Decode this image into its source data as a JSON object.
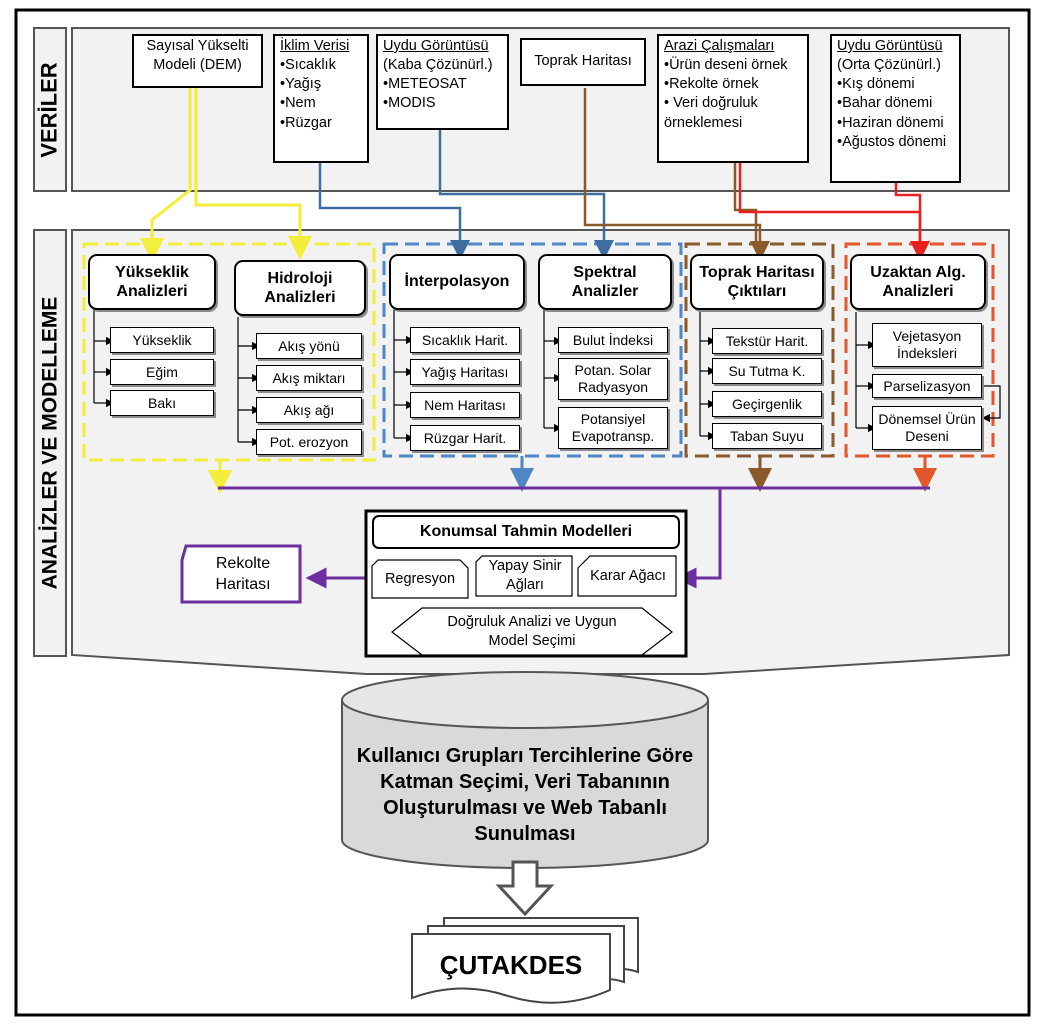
{
  "sections": {
    "data": "VERİLER",
    "analysis": "ANALİZLER VE MODELLEME"
  },
  "data_sources": [
    {
      "title": "Sayısal Yükselti Modeli (DEM)",
      "items": []
    },
    {
      "title": "İklim Verisi",
      "items": [
        "•Sıcaklık",
        "•Yağış",
        "•Nem",
        "•Rüzgar"
      ]
    },
    {
      "title": "Uydu Görüntüsü",
      "items": [
        "(Kaba Çözünürl.)",
        "•METEOSAT",
        "•MODIS"
      ]
    },
    {
      "title": "Toprak Haritası",
      "items": []
    },
    {
      "title": "Arazi Çalışmaları",
      "items": [
        "•Ürün deseni örnek",
        "•Rekolte örnek",
        "• Veri doğruluk",
        "örneklemesi"
      ]
    },
    {
      "title": "Uydu Görüntüsü",
      "items": [
        "(Orta Çözünürl.)",
        "•Kış dönemi",
        "•Bahar dönemi",
        "•Haziran dönemi",
        "•Ağustos dönemi"
      ]
    }
  ],
  "analysis_groups": [
    {
      "title": "Yükseklik Analizleri",
      "items": [
        "Yükseklik",
        "Eğim",
        "Bakı"
      ]
    },
    {
      "title": "Hidroloji Analizleri",
      "items": [
        "Akış yönü",
        "Akış miktarı",
        "Akış ağı",
        "Pot. erozyon"
      ]
    },
    {
      "title": "İnterpolasyon",
      "items": [
        "Sıcaklık Harit.",
        "Yağış Haritası",
        "Nem Haritası",
        "Rüzgar Harit."
      ]
    },
    {
      "title": "Spektral Analizler",
      "items": [
        "Bulut İndeksi",
        "Potan. Solar Radyasyon",
        "Potansiyel Evapotransp."
      ]
    },
    {
      "title": "Toprak Haritası Çıktıları",
      "items": [
        "Tekstür Harit.",
        "Su Tutma K.",
        "Geçirgenlik",
        "Taban Suyu"
      ]
    },
    {
      "title": "Uzaktan Alg. Analizleri",
      "items": [
        "Vejetasyon İndeksleri",
        "Parselizasyon",
        "Dönemsel Ürün Deseni"
      ]
    }
  ],
  "models": {
    "title": "Konumsal Tahmin Modelleri",
    "items": [
      "Regresyon",
      "Yapay Sinir Ağları",
      "Karar Ağacı"
    ],
    "accuracy": "Doğruluk Analizi ve Uygun Model Seçimi"
  },
  "yield_map": "Rekolte Haritası",
  "database": "Kullanıcı Grupları Tercihlerine Göre Katman Seçimi, Veri Tabanının Oluşturulması ve Web Tabanlı Sunulması",
  "output": "ÇUTAKDES",
  "colors": {
    "yellow": "#f2ee3a",
    "blue": "#3e6e9e",
    "dashblue": "#4f86c6",
    "brown": "#8b5a2b",
    "red": "#e82020",
    "orange": "#e2572b",
    "purple": "#6b2fa0",
    "panel": "#f2f2f2"
  }
}
